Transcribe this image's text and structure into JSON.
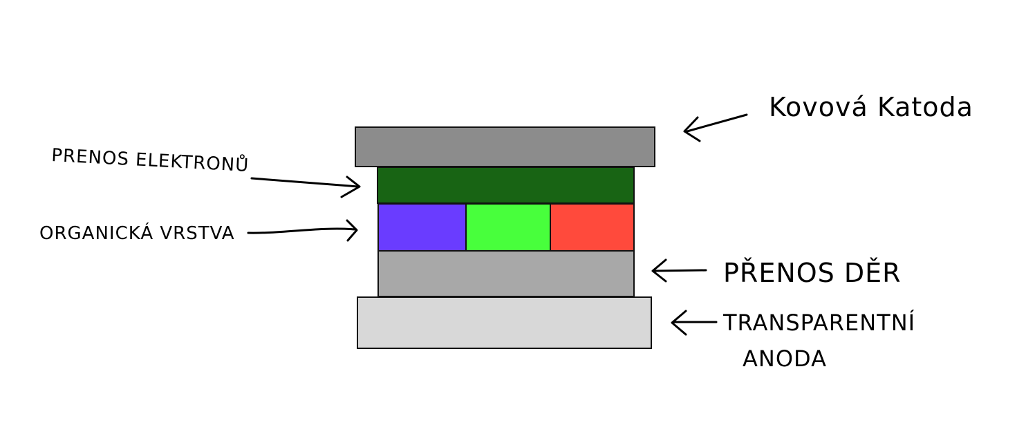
{
  "labels": {
    "cathode": "Kovová Katoda",
    "electron_transport": "PRENOS ELEKTRONŮ",
    "organic_layer": "ORGANICKÁ VRSTVA",
    "hole_transport": "PŘENOS DĚR",
    "anode_line1": "TRANSPARENTNÍ",
    "anode_line2": "ANODA"
  },
  "colors": {
    "cathode": "#8c8c8c",
    "electron_transport": "#186414",
    "organic_blue": "#6a3cff",
    "organic_green": "#48ff3c",
    "organic_red": "#ff4a3c",
    "hole_transport": "#a8a8a8",
    "anode": "#d8d8d8"
  }
}
